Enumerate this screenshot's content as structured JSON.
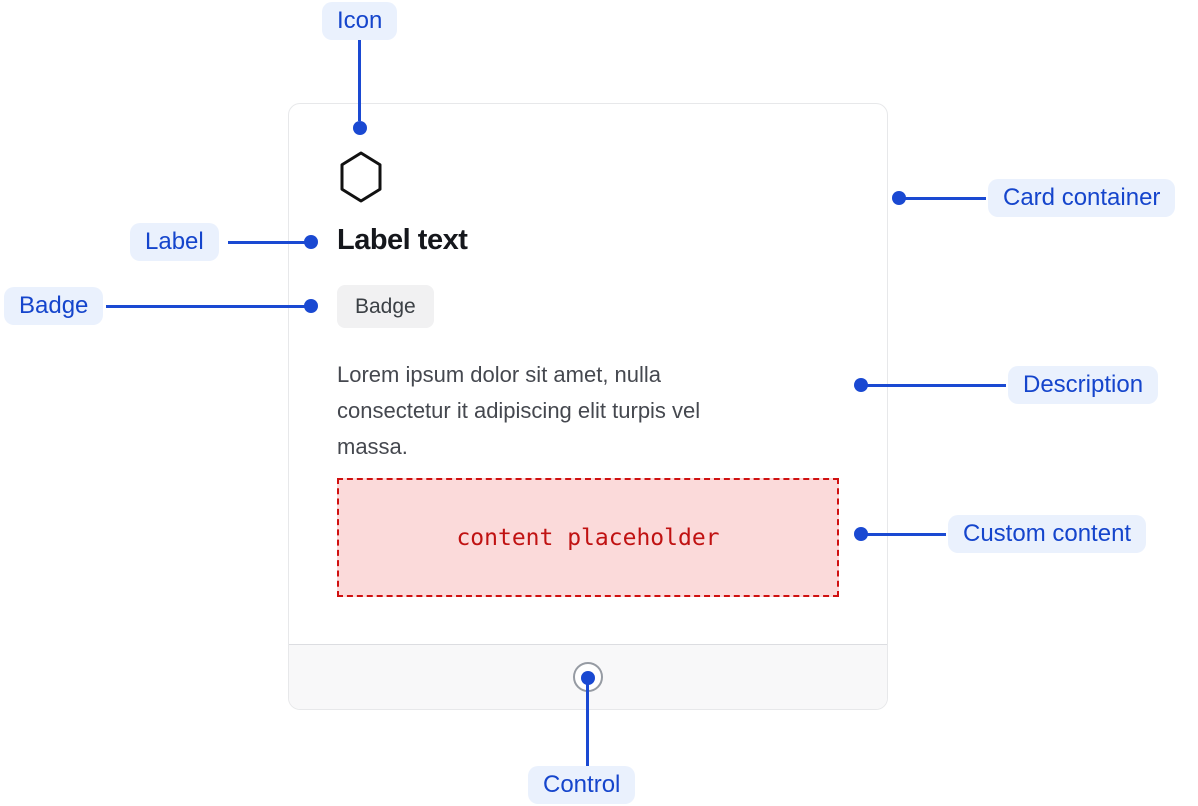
{
  "card": {
    "icon_name": "hexagon-icon",
    "label_text": "Label text",
    "badge": "Badge",
    "description_lines": [
      "Lorem ipsum dolor sit amet, nulla",
      "consectetur it adipiscing elit turpis vel",
      "massa."
    ],
    "placeholder": "content placeholder"
  },
  "annotations": {
    "icon": "Icon",
    "label": "Label",
    "badge": "Badge",
    "card_container": "Card container",
    "description": "Description",
    "custom_content": "Custom content",
    "control": "Control"
  },
  "colors": {
    "annotation_accent": "#1a49d2",
    "annotation_pill_bg": "#eaf1fd",
    "annotation_pill_text": "#1545cc",
    "card_border": "#e7e8ea",
    "badge_bg": "#f1f1f2",
    "footer_bg": "#f8f8f9",
    "placeholder_bg": "#fbdada",
    "placeholder_border": "#d01010",
    "placeholder_text": "#c01212"
  }
}
